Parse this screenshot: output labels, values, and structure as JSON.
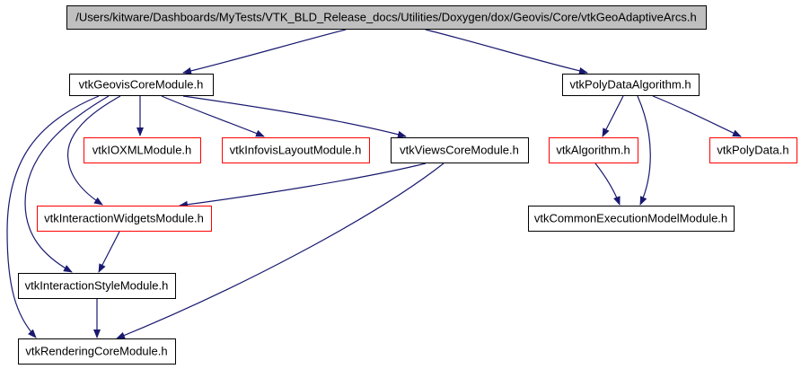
{
  "graph": {
    "colors": {
      "edge": "#191970",
      "root_fill": "#bfbfbf",
      "node_fill": "#ffffff",
      "border_default": "#000000",
      "border_incomplete": "#ff0000"
    },
    "nodes": {
      "root": {
        "label": "/Users/kitware/Dashboards/MyTests/VTK_BLD_Release_docs/Utilities/Doxygen/dox/Geovis/Core/vtkGeoAdaptiveArcs.h",
        "style": "root"
      },
      "geoviscore": {
        "label": "vtkGeovisCoreModule.h",
        "style": "normal"
      },
      "polydataalg": {
        "label": "vtkPolyDataAlgorithm.h",
        "style": "normal"
      },
      "ioxml": {
        "label": "vtkIOXMLModule.h",
        "style": "incomplete"
      },
      "infovis": {
        "label": "vtkInfovisLayoutModule.h",
        "style": "incomplete"
      },
      "viewscore": {
        "label": "vtkViewsCoreModule.h",
        "style": "normal"
      },
      "algorithm": {
        "label": "vtkAlgorithm.h",
        "style": "incomplete"
      },
      "polydata": {
        "label": "vtkPolyData.h",
        "style": "incomplete"
      },
      "interwidg": {
        "label": "vtkInteractionWidgetsModule.h",
        "style": "incomplete"
      },
      "commonexec": {
        "label": "vtkCommonExecutionModelModule.h",
        "style": "normal"
      },
      "interstyle": {
        "label": "vtkInteractionStyleModule.h",
        "style": "normal"
      },
      "rendercore": {
        "label": "vtkRenderingCoreModule.h",
        "style": "normal"
      }
    },
    "edges": [
      {
        "from": "root",
        "to": "geoviscore"
      },
      {
        "from": "root",
        "to": "polydataalg"
      },
      {
        "from": "geoviscore",
        "to": "ioxml"
      },
      {
        "from": "geoviscore",
        "to": "infovis"
      },
      {
        "from": "geoviscore",
        "to": "viewscore"
      },
      {
        "from": "geoviscore",
        "to": "interwidg"
      },
      {
        "from": "geoviscore",
        "to": "interstyle"
      },
      {
        "from": "geoviscore",
        "to": "rendercore"
      },
      {
        "from": "viewscore",
        "to": "interwidg"
      },
      {
        "from": "viewscore",
        "to": "rendercore"
      },
      {
        "from": "interwidg",
        "to": "interstyle"
      },
      {
        "from": "interstyle",
        "to": "rendercore"
      },
      {
        "from": "polydataalg",
        "to": "algorithm"
      },
      {
        "from": "polydataalg",
        "to": "polydata"
      },
      {
        "from": "polydataalg",
        "to": "commonexec"
      },
      {
        "from": "algorithm",
        "to": "commonexec"
      }
    ]
  }
}
